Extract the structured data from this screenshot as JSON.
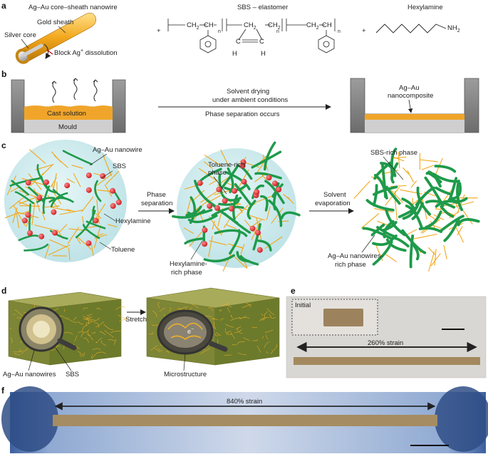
{
  "panels": {
    "a": "a",
    "b": "b",
    "c": "c",
    "d": "d",
    "e": "e",
    "f": "f"
  },
  "a": {
    "nanowire_title": "Ag–Au core–sheath nanowire",
    "gold_sheath": "Gold sheath",
    "silver_core": "Silver core",
    "block_dissolution": "Block Ag",
    "block_dissolution_sup": "+",
    "block_dissolution_tail": " dissolution",
    "sbs_title": "SBS – elastomer",
    "hexylamine_title": "Hexylamine",
    "plus": "+",
    "ch2": "CH",
    "ch": "CH",
    "c_atom": "C",
    "h_atom": "H",
    "sub2": "2",
    "n": "n",
    "nh2": "NH",
    "nh2_sub": "2"
  },
  "b": {
    "cast_solution": "Cast solution",
    "mould": "Mould",
    "arrow_line1": "Solvent drying",
    "arrow_line2": "under ambient conditions",
    "arrow_line3": "Phase separation occurs",
    "nanocomposite_line1": "Ag–Au",
    "nanocomposite_line2": "nanocomposite"
  },
  "c": {
    "agau_nanowire": "Ag–Au nanowire",
    "sbs": "SBS",
    "hexylamine": "Hexylamine",
    "toluene": "Toluene",
    "phase_sep_1": "Phase",
    "phase_sep_2": "separation",
    "toluene_rich_1": "Toluene-rich",
    "toluene_rich_2": "phase",
    "hexylamine_rich_1": "Hexylamine-",
    "hexylamine_rich_2": "rich phase",
    "solvent_evap_1": "Solvent",
    "solvent_evap_2": "evaporation",
    "sbs_rich": "SBS-rich phase",
    "agau_rich_1": "Ag–Au nanowires-",
    "agau_rich_2": "rich phase"
  },
  "d": {
    "stretching": "Stretching",
    "agau_nanowires": "Ag–Au nanowires",
    "sbs": "SBS",
    "microstructure": "Microstructure",
    "electron": "e",
    "electron_sup": "−"
  },
  "e": {
    "initial": "Initial",
    "strain": "260% strain"
  },
  "f": {
    "strain": "840% strain"
  },
  "colors": {
    "gold": "#f2a71b",
    "green": "#1e9a4a",
    "red": "#e0282d",
    "sphere": "#cdebee",
    "mould": "#8a8a8a",
    "mould_dark": "#5e5e5e"
  }
}
